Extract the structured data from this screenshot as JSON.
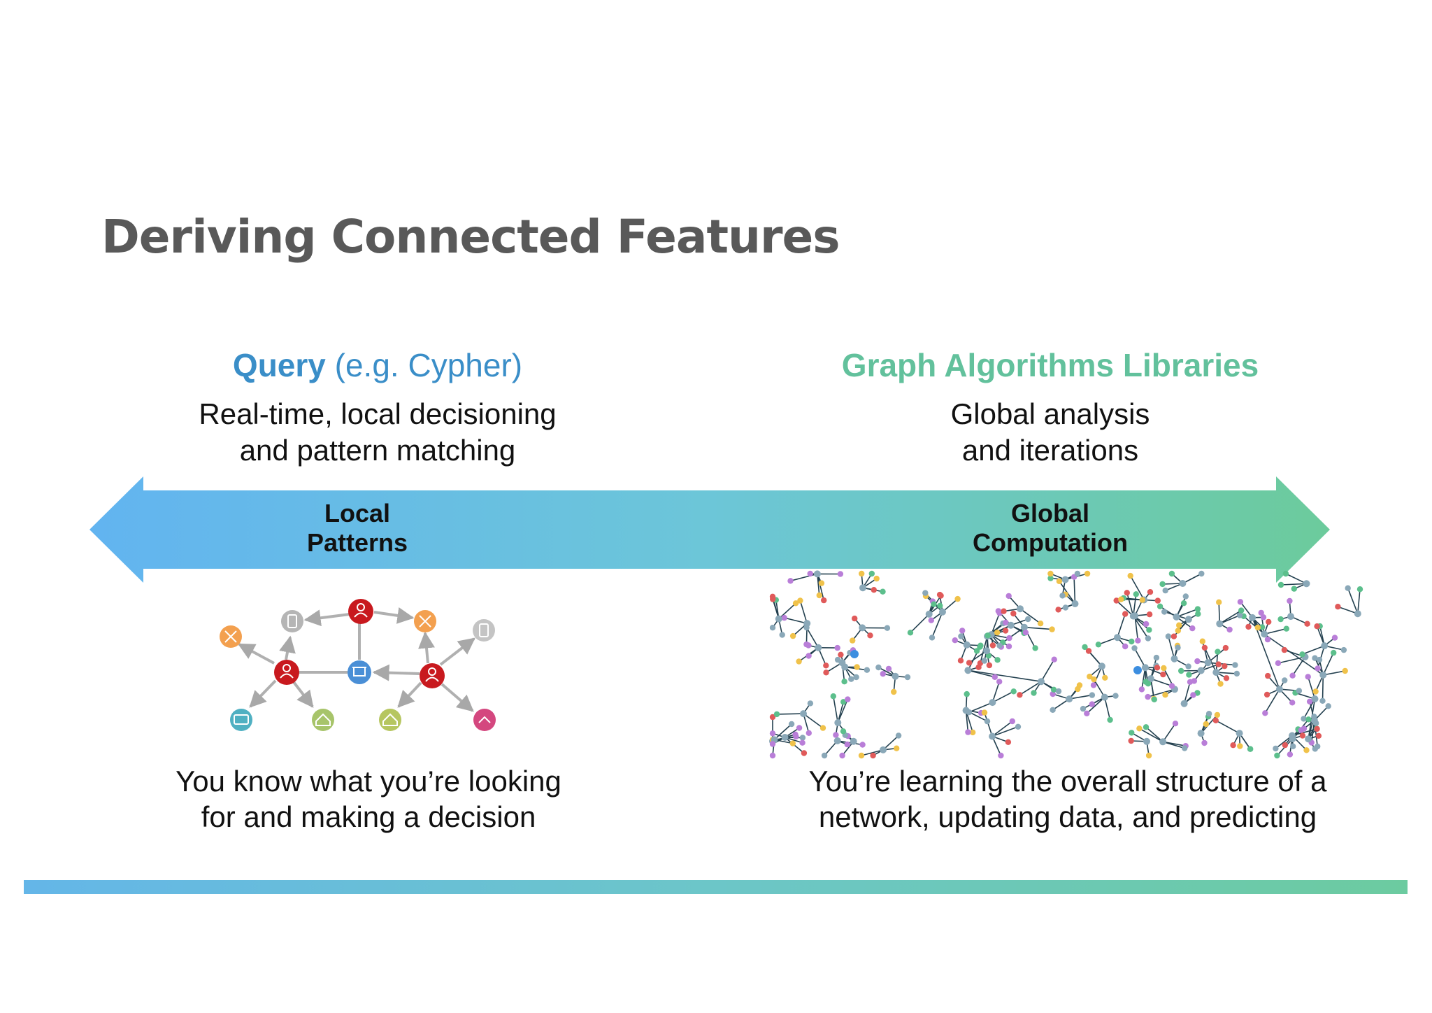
{
  "slide": {
    "title": "Deriving Connected Features"
  },
  "left": {
    "heading_bold": "Query",
    "heading_rest": " (e.g. Cypher)",
    "subtitle_line1": "Real-time, local decisioning",
    "subtitle_line2": "and pattern matching",
    "arrow_label_line1": "Local",
    "arrow_label_line2": "Patterns",
    "bottom_line1": "You know what you’re looking",
    "bottom_line2": "for and making a decision",
    "graph_nodes": [
      {
        "id": "center",
        "icon": "store-icon",
        "color": "#4a8fd6"
      },
      {
        "id": "hubL",
        "icon": "person-icon",
        "color": "#c8191e"
      },
      {
        "id": "hubTop",
        "icon": "person-icon",
        "color": "#c8191e"
      },
      {
        "id": "hubR",
        "icon": "person-icon",
        "color": "#c8191e"
      },
      {
        "id": "phoneTL",
        "icon": "phone-icon",
        "color": "#b5b5b5"
      },
      {
        "id": "orangeL",
        "icon": "network-icon",
        "color": "#f3a04f"
      },
      {
        "id": "orangeTR",
        "icon": "network-icon",
        "color": "#f3a04f"
      },
      {
        "id": "phoneR",
        "icon": "phone-icon",
        "color": "#c4c4c4"
      },
      {
        "id": "tealBL",
        "icon": "card-icon",
        "color": "#4fb0c2"
      },
      {
        "id": "greenBL",
        "icon": "home-icon",
        "color": "#a7c46a"
      },
      {
        "id": "greenBR",
        "icon": "home-icon",
        "color": "#b6c660"
      },
      {
        "id": "pinkBR",
        "icon": "payment-icon",
        "color": "#d4477f"
      }
    ]
  },
  "right": {
    "heading": "Graph Algorithms Libraries",
    "subtitle_line1": "Global analysis",
    "subtitle_line2": "and iterations",
    "arrow_label_line1": "Global",
    "arrow_label_line2": "Computation",
    "bottom_line1": "You’re learning the overall structure of a",
    "bottom_line2": "network, updating data, and predicting",
    "network_node_colors": [
      "#e05a5a",
      "#f0c24a",
      "#b97ed8",
      "#5cbf8c",
      "#8aa8b8",
      "#3c8ee0"
    ]
  },
  "colors": {
    "arrow_start": "#62b4f0",
    "arrow_end": "#6ccb9c",
    "query_blue": "#3a8ec8",
    "algo_green": "#62c19c",
    "title_gray": "#595959"
  }
}
